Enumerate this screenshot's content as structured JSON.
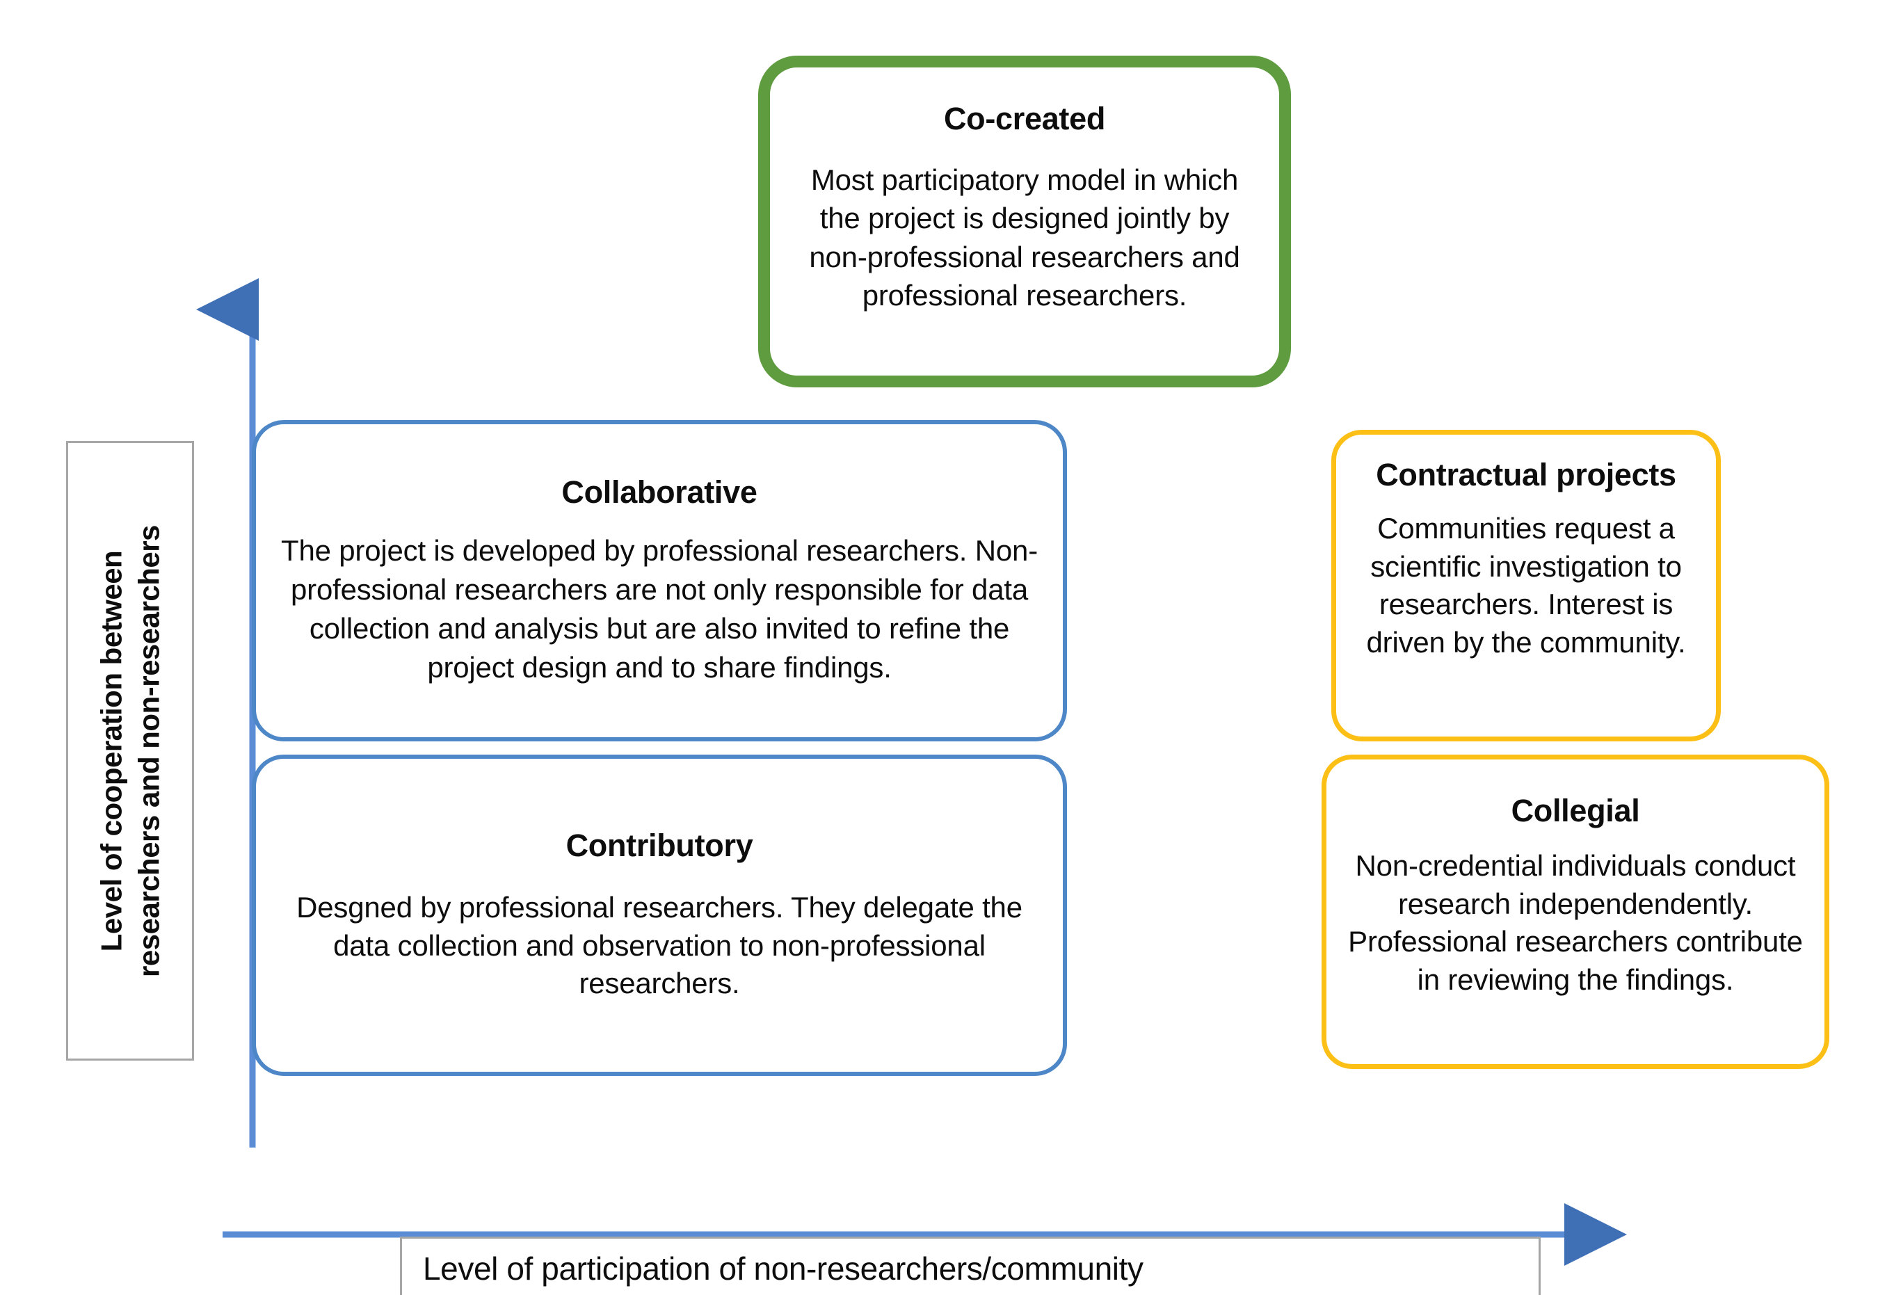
{
  "diagram": {
    "type": "2x2 conceptual matrix of citizen-science participation models",
    "axes": {
      "y_axis": {
        "name": "level-of-cooperation-axis",
        "label_line_1": "Level of cooperation between",
        "label_line_2": "researchers and non-researchers",
        "label_full": "Level of cooperation between researchers and non-researchers",
        "direction": "upward arrow",
        "color": "#4472C4"
      },
      "x_axis": {
        "name": "level-of-participation-axis",
        "label": "Level of participation of non-researchers/community",
        "direction": "rightward arrow",
        "color": "#4472C4"
      }
    },
    "boxes": [
      {
        "id": "co-created",
        "title": "Co-created",
        "description": "Most participatory model in which the project is designed jointly by non-professional researchers and professional researchers.",
        "border_color": "#5F9C40",
        "accent": "green"
      },
      {
        "id": "collaborative",
        "title": "Collaborative",
        "description": "The project is developed by professional researchers. Non-professional researchers are not only responsible for data collection and analysis but are also invited to refine the project design and to share findings.",
        "border_color": "#4E87C7",
        "accent": "blue"
      },
      {
        "id": "contributory",
        "title": "Contributory",
        "description": "Desgned by professional researchers. They delegate the data collection and observation to non-professional researchers.",
        "border_color": "#4E87C7",
        "accent": "blue"
      },
      {
        "id": "contractual-projects",
        "title": "Contractual projects",
        "description": "Communities request a scientific investigation to researchers. Interest is driven by the community.",
        "border_color": "#FCBF16",
        "accent": "yellow"
      },
      {
        "id": "collegial",
        "title": "Collegial",
        "description": "Non-credential individuals conduct research independendently. Professional researchers contribute in reviewing the findings.",
        "border_color": "#FCBF16",
        "accent": "yellow"
      }
    ],
    "colors": {
      "green": "#5F9C40",
      "blue": "#4E87C7",
      "yellow": "#FCBF16",
      "axis_blue": "#4472C4",
      "label_border_gray": "#a6a6a6",
      "text": "#0d0d0d",
      "background": "#ffffff"
    }
  }
}
